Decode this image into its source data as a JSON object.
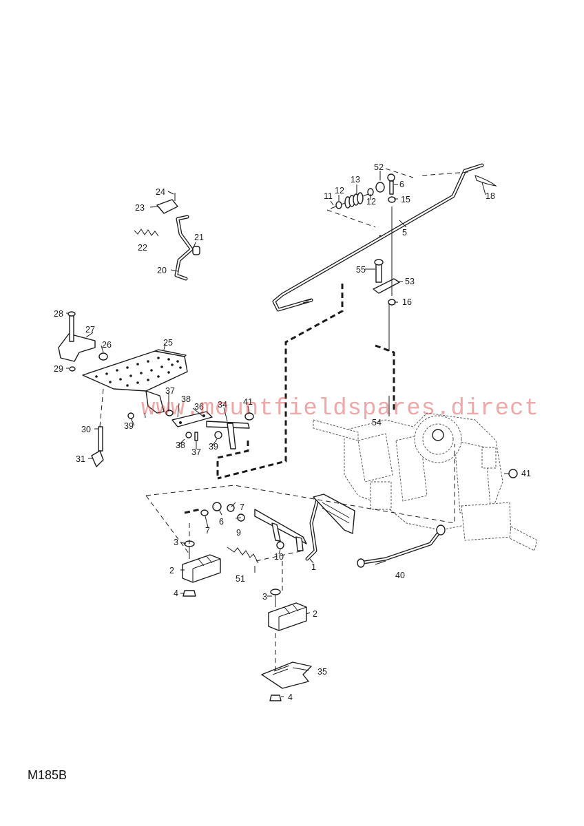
{
  "diagram_code": "M185B",
  "watermark": "www.mountfieldspares.direct",
  "callouts": {
    "c1": "1",
    "c2a": "2",
    "c2b": "2",
    "c3a": "3",
    "c3b": "3",
    "c4a": "4",
    "c4b": "4",
    "c5": "5",
    "c6a": "6",
    "c6b": "6",
    "c7a": "7",
    "c7b": "7",
    "c9": "9",
    "c10": "10",
    "c11": "11",
    "c12a": "12",
    "c12b": "12",
    "c13": "13",
    "c15": "15",
    "c16": "16",
    "c18": "18",
    "c20": "20",
    "c21": "21",
    "c22": "22",
    "c23": "23",
    "c24": "24",
    "c25": "25",
    "c26": "26",
    "c27": "27",
    "c28": "28",
    "c29": "29",
    "c30": "30",
    "c31": "31",
    "c34": "34",
    "c35": "35",
    "c36": "36",
    "c37a": "37",
    "c37b": "37",
    "c38a": "38",
    "c38b": "38",
    "c39a": "39",
    "c39b": "39",
    "c40": "40",
    "c41a": "41",
    "c41b": "41",
    "c51": "51",
    "c52": "52",
    "c53": "53",
    "c54": "54",
    "c55": "55"
  }
}
